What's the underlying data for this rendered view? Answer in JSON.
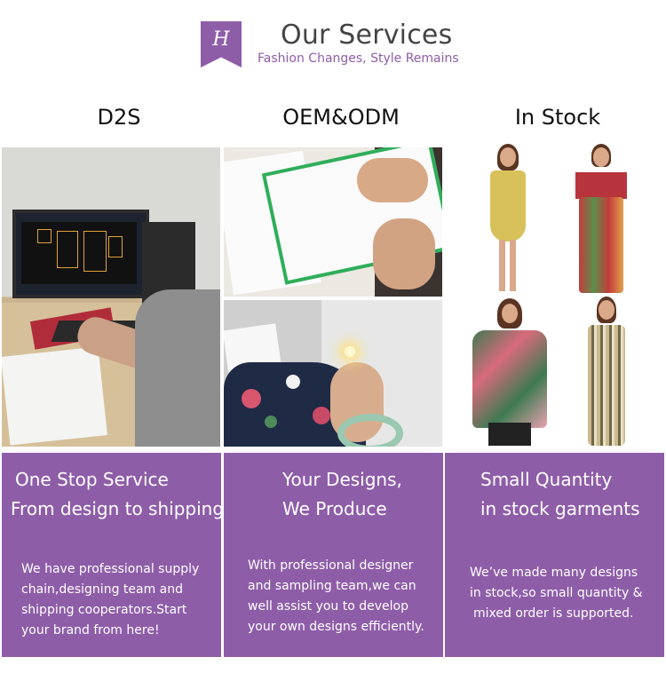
{
  "header": {
    "logo_letter": "H",
    "title": "Our Services",
    "subtitle": "Fashion Changes, Style Remains"
  },
  "columns": [
    {
      "heading": "D2S",
      "photo_alt": "Designer working at computer desk",
      "box_title_1": "One Stop Service",
      "box_title_2": "From design to shipping",
      "box_lines": [
        "We have professional supply",
        "chain,designing team and",
        "shipping cooperators.Start",
        "your brand from here!"
      ]
    },
    {
      "heading": "OEM&ODM",
      "photo_alt": "Sketching designs and sewing",
      "box_title_1": "Your Designs,",
      "box_title_2": "We Produce",
      "box_lines": [
        "With professional designer",
        "and sampling team,we can",
        "well assist you to develop",
        "your own designs efficiently."
      ]
    },
    {
      "heading": "In Stock",
      "photo_alt": "Models wearing in-stock garments",
      "box_title_1": "Small Quantity",
      "box_title_2": "in stock garments",
      "box_lines": [
        "We’ve made many designs",
        "in stock,so small quantity &",
        "mixed order is supported."
      ]
    }
  ],
  "colors": {
    "brand_purple": "#8e5da8",
    "text_dark": "#111111"
  }
}
